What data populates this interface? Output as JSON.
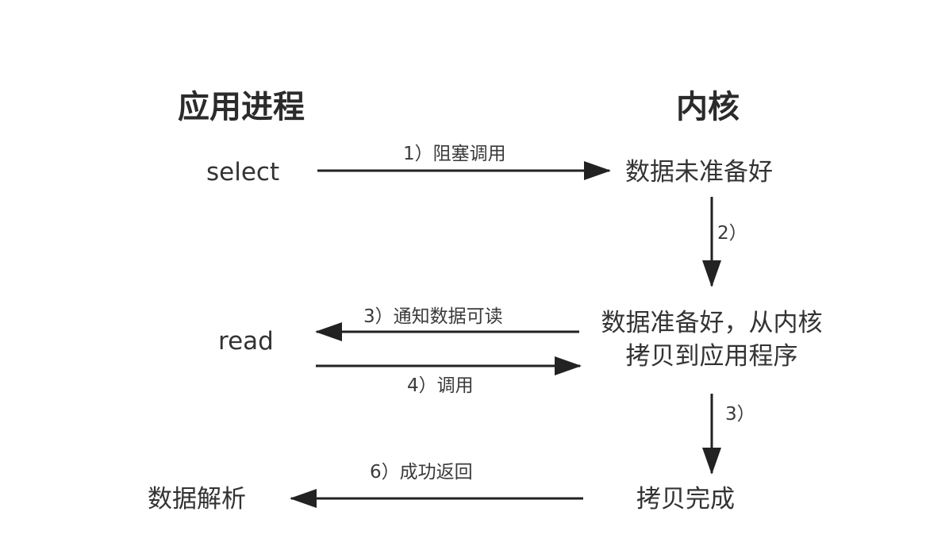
{
  "headers": {
    "app_process": "应用进程",
    "kernel": "内核"
  },
  "nodes": {
    "select": "select",
    "data_not_ready": "数据未准备好",
    "read": "read",
    "data_ready_line1": "数据准备好，从内核",
    "data_ready_line2": "拷贝到应用程序",
    "copy_done": "拷贝完成",
    "data_parse": "数据解析"
  },
  "edges": {
    "blocking_call": "1）阻塞调用",
    "step2": "2）",
    "notify_readable": "3）通知数据可读",
    "call": "4）调用",
    "step3": "3）",
    "return_success": "6）成功返回"
  },
  "colors": {
    "arrow": "#222222",
    "text": "#333333"
  }
}
